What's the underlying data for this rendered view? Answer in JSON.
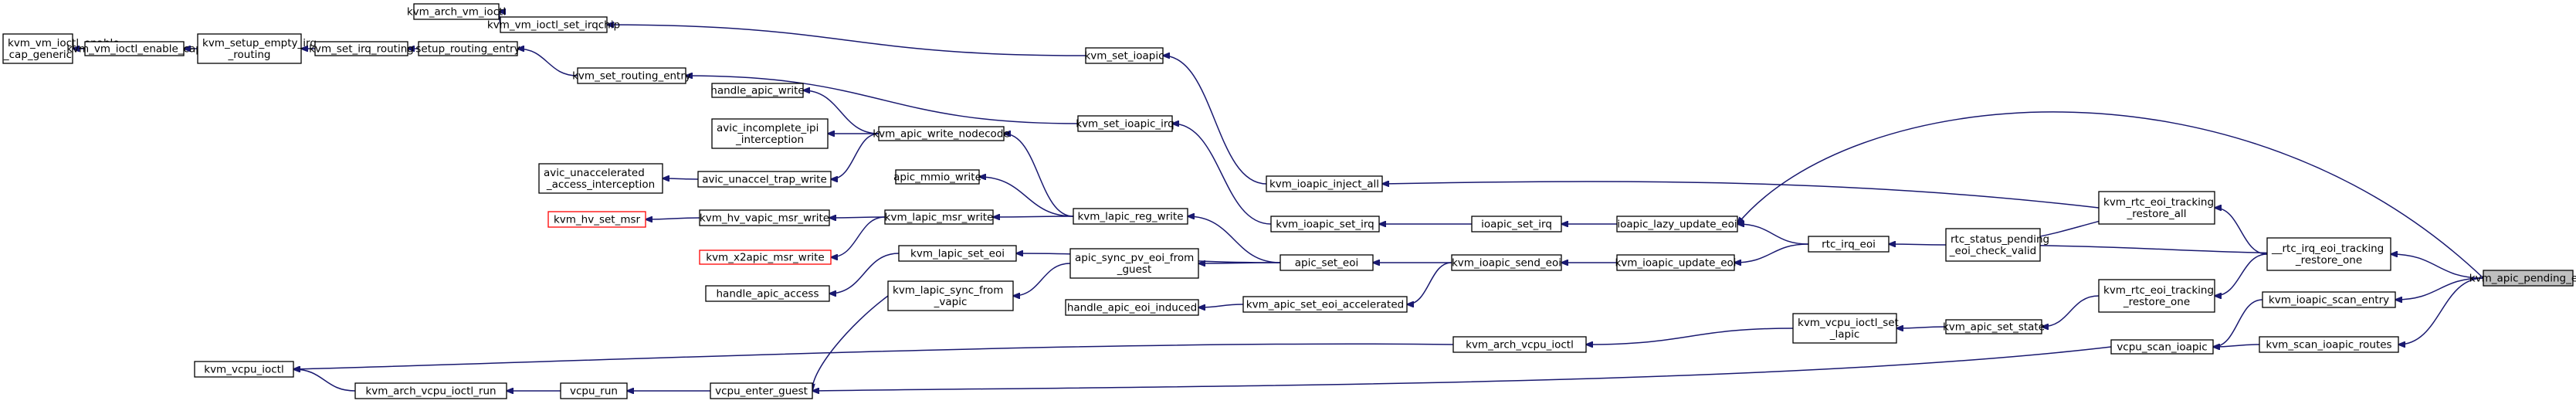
{
  "graph": {
    "nodes": [
      {
        "id": "kvm_vm_ioctl_enable_cap_generic",
        "lines": [
          "kvm_vm_ioctl_enable",
          "_cap_generic"
        ],
        "style": "normal"
      },
      {
        "id": "kvm_vm_ioctl_enable_cap",
        "lines": [
          "kvm_vm_ioctl_enable_cap"
        ],
        "style": "normal"
      },
      {
        "id": "kvm_setup_empty_irq_routing",
        "lines": [
          "kvm_setup_empty_irq",
          "_routing"
        ],
        "style": "normal"
      },
      {
        "id": "kvm_set_irq_routing",
        "lines": [
          "kvm_set_irq_routing"
        ],
        "style": "normal"
      },
      {
        "id": "kvm_arch_vm_ioctl",
        "lines": [
          "kvm_arch_vm_ioctl"
        ],
        "style": "normal"
      },
      {
        "id": "kvm_vm_ioctl_set_irqchip",
        "lines": [
          "kvm_vm_ioctl_set_irqchip"
        ],
        "style": "normal"
      },
      {
        "id": "setup_routing_entry",
        "lines": [
          "setup_routing_entry"
        ],
        "style": "normal"
      },
      {
        "id": "kvm_set_routing_entry",
        "lines": [
          "kvm_set_routing_entry"
        ],
        "style": "normal"
      },
      {
        "id": "kvm_set_ioapic",
        "lines": [
          "kvm_set_ioapic"
        ],
        "style": "normal"
      },
      {
        "id": "handle_apic_write",
        "lines": [
          "handle_apic_write"
        ],
        "style": "normal"
      },
      {
        "id": "avic_incomplete_ipi_interception",
        "lines": [
          "avic_incomplete_ipi",
          "_interception"
        ],
        "style": "normal"
      },
      {
        "id": "kvm_apic_write_nodecode",
        "lines": [
          "kvm_apic_write_nodecode"
        ],
        "style": "normal"
      },
      {
        "id": "kvm_set_ioapic_irq",
        "lines": [
          "kvm_set_ioapic_irq"
        ],
        "style": "normal"
      },
      {
        "id": "avic_unaccelerated_access_interception",
        "lines": [
          "avic_unaccelerated",
          "_access_interception"
        ],
        "style": "normal"
      },
      {
        "id": "avic_unaccel_trap_write",
        "lines": [
          "avic_unaccel_trap_write"
        ],
        "style": "normal"
      },
      {
        "id": "apic_mmio_write",
        "lines": [
          "apic_mmio_write"
        ],
        "style": "normal"
      },
      {
        "id": "kvm_ioapic_inject_all",
        "lines": [
          "kvm_ioapic_inject_all"
        ],
        "style": "normal"
      },
      {
        "id": "kvm_hv_set_msr",
        "lines": [
          "kvm_hv_set_msr"
        ],
        "style": "red"
      },
      {
        "id": "kvm_hv_vapic_msr_write",
        "lines": [
          "kvm_hv_vapic_msr_write"
        ],
        "style": "normal"
      },
      {
        "id": "kvm_lapic_msr_write",
        "lines": [
          "kvm_lapic_msr_write"
        ],
        "style": "normal"
      },
      {
        "id": "kvm_lapic_reg_write",
        "lines": [
          "kvm_lapic_reg_write"
        ],
        "style": "normal"
      },
      {
        "id": "kvm_ioapic_set_irq",
        "lines": [
          "kvm_ioapic_set_irq"
        ],
        "style": "normal"
      },
      {
        "id": "ioapic_set_irq",
        "lines": [
          "ioapic_set_irq"
        ],
        "style": "normal"
      },
      {
        "id": "ioapic_lazy_update_eoi",
        "lines": [
          "ioapic_lazy_update_eoi"
        ],
        "style": "normal"
      },
      {
        "id": "kvm_rtc_eoi_tracking_restore_all",
        "lines": [
          "kvm_rtc_eoi_tracking",
          "_restore_all"
        ],
        "style": "normal"
      },
      {
        "id": "kvm_x2apic_msr_write",
        "lines": [
          "kvm_x2apic_msr_write"
        ],
        "style": "red"
      },
      {
        "id": "kvm_lapic_set_eoi",
        "lines": [
          "kvm_lapic_set_eoi"
        ],
        "style": "normal"
      },
      {
        "id": "apic_sync_pv_eoi_from_guest",
        "lines": [
          "apic_sync_pv_eoi_from",
          "_guest"
        ],
        "style": "normal"
      },
      {
        "id": "apic_set_eoi",
        "lines": [
          "apic_set_eoi"
        ],
        "style": "normal"
      },
      {
        "id": "kvm_ioapic_send_eoi",
        "lines": [
          "kvm_ioapic_send_eoi"
        ],
        "style": "normal"
      },
      {
        "id": "kvm_ioapic_update_eoi",
        "lines": [
          "kvm_ioapic_update_eoi"
        ],
        "style": "normal"
      },
      {
        "id": "rtc_irq_eoi",
        "lines": [
          "rtc_irq_eoi"
        ],
        "style": "normal"
      },
      {
        "id": "rtc_status_pending_eoi_check_valid",
        "lines": [
          "rtc_status_pending",
          "_eoi_check_valid"
        ],
        "style": "normal"
      },
      {
        "id": "__rtc_irq_eoi_tracking_restore_one",
        "lines": [
          "__rtc_irq_eoi_tracking",
          "_restore_one"
        ],
        "style": "normal"
      },
      {
        "id": "kvm_apic_pending_eoi",
        "lines": [
          "kvm_apic_pending_eoi"
        ],
        "style": "root"
      },
      {
        "id": "handle_apic_access",
        "lines": [
          "handle_apic_access"
        ],
        "style": "normal"
      },
      {
        "id": "kvm_lapic_sync_from_vapic",
        "lines": [
          "kvm_lapic_sync_from",
          "_vapic"
        ],
        "style": "normal"
      },
      {
        "id": "handle_apic_eoi_induced",
        "lines": [
          "handle_apic_eoi_induced"
        ],
        "style": "normal"
      },
      {
        "id": "kvm_apic_set_eoi_accelerated",
        "lines": [
          "kvm_apic_set_eoi_accelerated"
        ],
        "style": "normal"
      },
      {
        "id": "kvm_rtc_eoi_tracking_restore_one",
        "lines": [
          "kvm_rtc_eoi_tracking",
          "_restore_one"
        ],
        "style": "normal"
      },
      {
        "id": "kvm_ioapic_scan_entry",
        "lines": [
          "kvm_ioapic_scan_entry"
        ],
        "style": "normal"
      },
      {
        "id": "kvm_vcpu_ioctl",
        "lines": [
          "kvm_vcpu_ioctl"
        ],
        "style": "normal"
      },
      {
        "id": "kvm_arch_vcpu_ioctl",
        "lines": [
          "kvm_arch_vcpu_ioctl"
        ],
        "style": "normal"
      },
      {
        "id": "kvm_vcpu_ioctl_set_lapic",
        "lines": [
          "kvm_vcpu_ioctl_set",
          "_lapic"
        ],
        "style": "normal"
      },
      {
        "id": "kvm_apic_set_state",
        "lines": [
          "kvm_apic_set_state"
        ],
        "style": "normal"
      },
      {
        "id": "vcpu_scan_ioapic",
        "lines": [
          "vcpu_scan_ioapic"
        ],
        "style": "normal"
      },
      {
        "id": "kvm_scan_ioapic_routes",
        "lines": [
          "kvm_scan_ioapic_routes"
        ],
        "style": "normal"
      },
      {
        "id": "kvm_arch_vcpu_ioctl_run",
        "lines": [
          "kvm_arch_vcpu_ioctl_run"
        ],
        "style": "normal"
      },
      {
        "id": "vcpu_run",
        "lines": [
          "vcpu_run"
        ],
        "style": "normal"
      },
      {
        "id": "vcpu_enter_guest",
        "lines": [
          "vcpu_enter_guest"
        ],
        "style": "normal"
      }
    ],
    "edges": [
      [
        "kvm_vm_ioctl_enable_cap",
        "kvm_vm_ioctl_enable_cap_generic"
      ],
      [
        "kvm_setup_empty_irq_routing",
        "kvm_vm_ioctl_enable_cap"
      ],
      [
        "kvm_set_irq_routing",
        "kvm_setup_empty_irq_routing"
      ],
      [
        "setup_routing_entry",
        "kvm_set_irq_routing"
      ],
      [
        "kvm_vm_ioctl_set_irqchip",
        "kvm_arch_vm_ioctl"
      ],
      [
        "kvm_set_ioapic",
        "kvm_vm_ioctl_set_irqchip"
      ],
      [
        "kvm_set_routing_entry",
        "setup_routing_entry"
      ],
      [
        "kvm_set_ioapic_irq",
        "kvm_set_routing_entry"
      ],
      [
        "kvm_apic_write_nodecode",
        "handle_apic_write"
      ],
      [
        "kvm_apic_write_nodecode",
        "avic_incomplete_ipi_interception"
      ],
      [
        "kvm_apic_write_nodecode",
        "avic_unaccel_trap_write"
      ],
      [
        "avic_unaccel_trap_write",
        "avic_unaccelerated_access_interception"
      ],
      [
        "kvm_ioapic_inject_all",
        "kvm_set_ioapic"
      ],
      [
        "kvm_ioapic_set_irq",
        "kvm_set_ioapic_irq"
      ],
      [
        "kvm_lapic_reg_write",
        "kvm_apic_write_nodecode"
      ],
      [
        "kvm_lapic_reg_write",
        "apic_mmio_write"
      ],
      [
        "kvm_lapic_reg_write",
        "kvm_lapic_msr_write"
      ],
      [
        "kvm_lapic_msr_write",
        "kvm_hv_vapic_msr_write"
      ],
      [
        "kvm_lapic_msr_write",
        "kvm_x2apic_msr_write"
      ],
      [
        "kvm_hv_vapic_msr_write",
        "kvm_hv_set_msr"
      ],
      [
        "kvm_lapic_set_eoi",
        "handle_apic_access"
      ],
      [
        "apic_set_eoi",
        "kvm_lapic_reg_write"
      ],
      [
        "apic_set_eoi",
        "kvm_lapic_set_eoi"
      ],
      [
        "apic_set_eoi",
        "apic_sync_pv_eoi_from_guest"
      ],
      [
        "apic_sync_pv_eoi_from_guest",
        "kvm_lapic_sync_from_vapic"
      ],
      [
        "kvm_lapic_sync_from_vapic",
        "vcpu_enter_guest"
      ],
      [
        "kvm_ioapic_send_eoi",
        "apic_set_eoi"
      ],
      [
        "kvm_ioapic_send_eoi",
        "kvm_apic_set_eoi_accelerated"
      ],
      [
        "kvm_apic_set_eoi_accelerated",
        "handle_apic_eoi_induced"
      ],
      [
        "ioapic_set_irq",
        "kvm_ioapic_set_irq"
      ],
      [
        "ioapic_lazy_update_eoi",
        "ioapic_set_irq"
      ],
      [
        "kvm_ioapic_update_eoi",
        "kvm_ioapic_send_eoi"
      ],
      [
        "rtc_irq_eoi",
        "ioapic_lazy_update_eoi"
      ],
      [
        "rtc_irq_eoi",
        "kvm_ioapic_update_eoi"
      ],
      [
        "rtc_status_pending_eoi_check_valid",
        "rtc_irq_eoi"
      ],
      [
        "rtc_status_pending_eoi_check_valid",
        "kvm_rtc_eoi_tracking_restore_all"
      ],
      [
        "rtc_status_pending_eoi_check_valid",
        "__rtc_irq_eoi_tracking_restore_one"
      ],
      [
        "kvm_rtc_eoi_tracking_restore_all",
        "kvm_ioapic_inject_all"
      ],
      [
        "__rtc_irq_eoi_tracking_restore_one",
        "kvm_rtc_eoi_tracking_restore_all"
      ],
      [
        "__rtc_irq_eoi_tracking_restore_one",
        "kvm_rtc_eoi_tracking_restore_one"
      ],
      [
        "kvm_apic_pending_eoi",
        "__rtc_irq_eoi_tracking_restore_one"
      ],
      [
        "kvm_apic_pending_eoi",
        "ioapic_lazy_update_eoi"
      ],
      [
        "kvm_apic_pending_eoi",
        "kvm_ioapic_scan_entry"
      ],
      [
        "kvm_apic_pending_eoi",
        "kvm_scan_ioapic_routes"
      ],
      [
        "kvm_rtc_eoi_tracking_restore_one",
        "kvm_apic_set_state"
      ],
      [
        "kvm_apic_set_state",
        "kvm_vcpu_ioctl_set_lapic"
      ],
      [
        "kvm_vcpu_ioctl_set_lapic",
        "kvm_arch_vcpu_ioctl"
      ],
      [
        "kvm_arch_vcpu_ioctl",
        "kvm_vcpu_ioctl"
      ],
      [
        "kvm_ioapic_scan_entry",
        "vcpu_scan_ioapic"
      ],
      [
        "kvm_scan_ioapic_routes",
        "vcpu_scan_ioapic"
      ],
      [
        "vcpu_scan_ioapic",
        "vcpu_enter_guest"
      ],
      [
        "vcpu_enter_guest",
        "vcpu_run"
      ],
      [
        "vcpu_run",
        "kvm_arch_vcpu_ioctl_run"
      ],
      [
        "kvm_arch_vcpu_ioctl_run",
        "kvm_vcpu_ioctl"
      ]
    ],
    "colors": {
      "edge": "#191970",
      "root_fill": "#bfbfbf",
      "node_border": "#000000",
      "red_border": "#ff0000"
    }
  }
}
